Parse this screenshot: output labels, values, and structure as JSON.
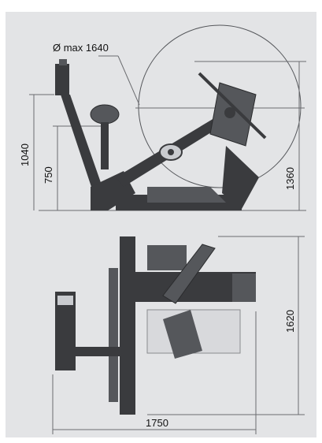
{
  "colors": {
    "background": "#e3e4e6",
    "machine_dark": "#3a3b3e",
    "machine_mid": "#55575b",
    "dimension_line": "#6b6c70",
    "highlight": "#c9cbcf"
  },
  "dimensions": {
    "wheel_diameter": "Ø max 1640",
    "height_overall": "1040",
    "height_arm": "750",
    "height_wheel": "1360",
    "depth_top_view": "1620",
    "width_top_view": "1750"
  }
}
